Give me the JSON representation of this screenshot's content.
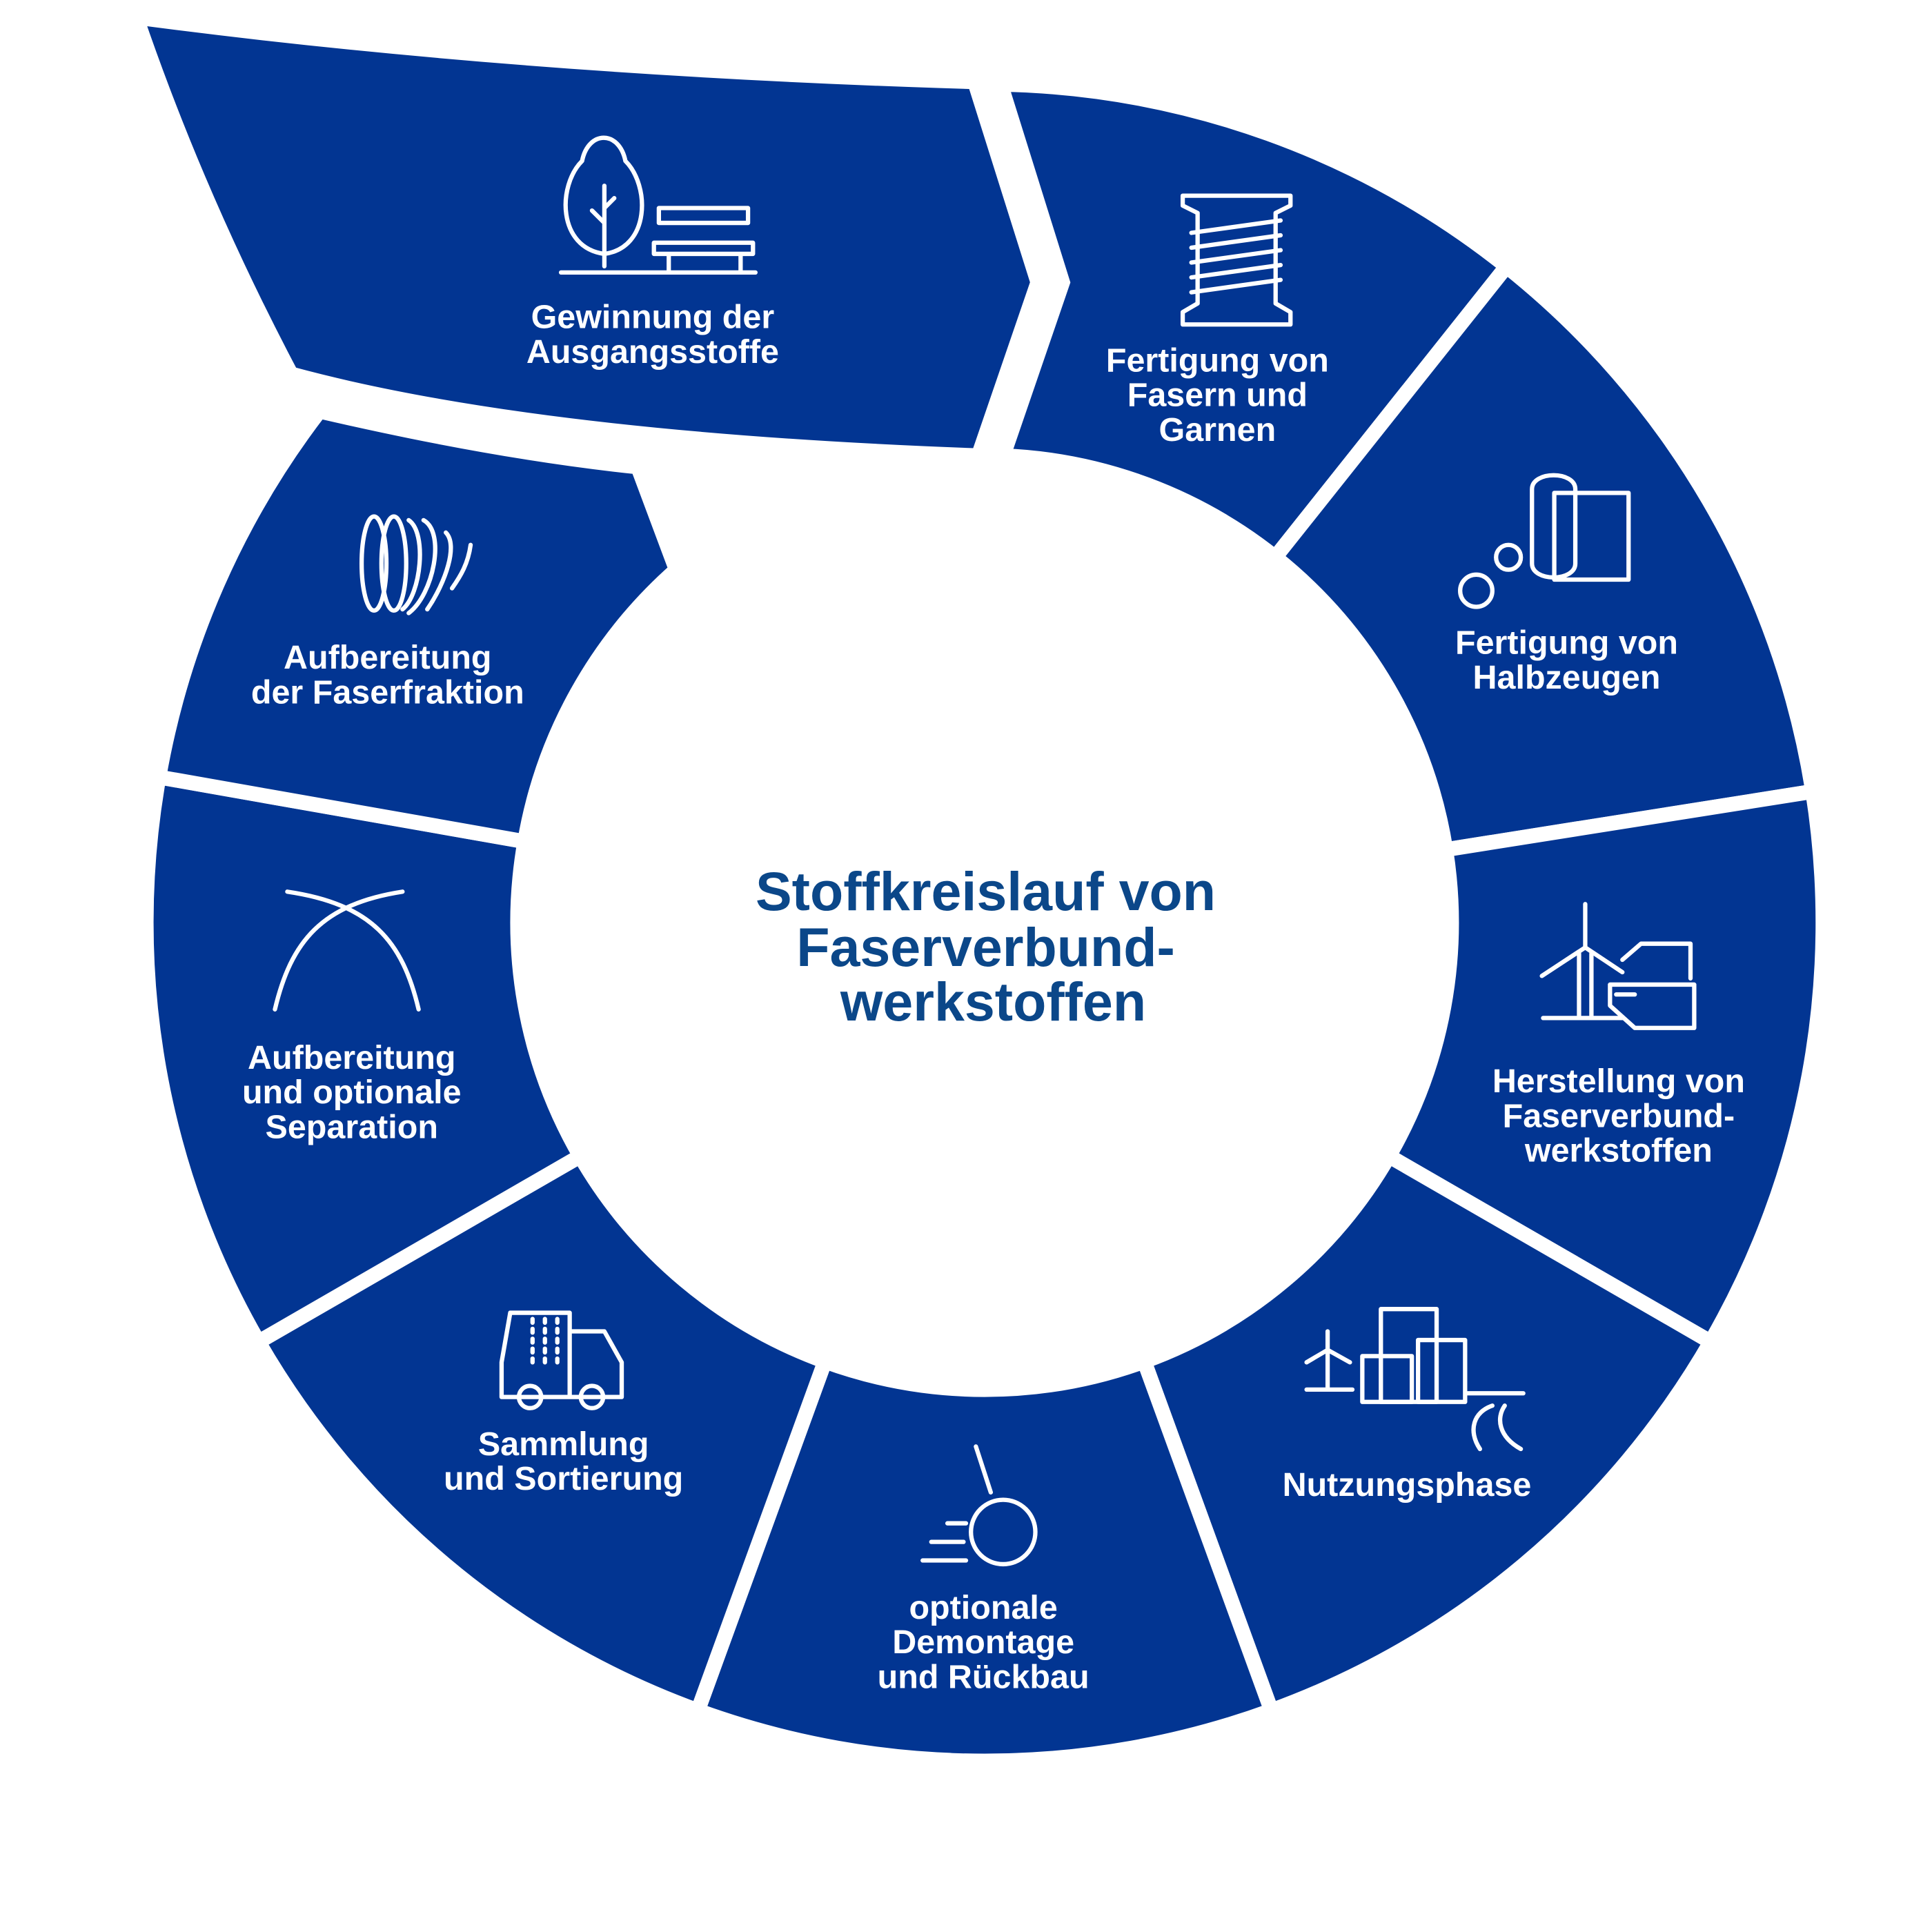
{
  "title": {
    "lines": [
      "Stoffkreislauf von",
      "Faserverbund-",
      "werkstoffen"
    ]
  },
  "colors": {
    "segment": "#023592",
    "title": "#0b4789",
    "background": "#ffffff"
  },
  "stages": [
    {
      "id": "gewinnung",
      "icon": "tree-bench-icon",
      "lines": [
        "Gewinnung der",
        "Ausgangsstoffe"
      ]
    },
    {
      "id": "fasern",
      "icon": "spool-icon",
      "lines": [
        "Fertigung von",
        "Fasern und",
        "Garnen"
      ]
    },
    {
      "id": "halbzeuge",
      "icon": "fabric-roll-gears-icon",
      "lines": [
        "Fertigung von",
        "Halbzeugen"
      ]
    },
    {
      "id": "herstellung",
      "icon": "wind-turbine-car-icon",
      "lines": [
        "Herstellung von",
        "Faserverbund-",
        "werkstoffen"
      ]
    },
    {
      "id": "nutzung",
      "icon": "city-icon",
      "lines": [
        "Nutzungsphase"
      ]
    },
    {
      "id": "demontage",
      "icon": "wrecking-ball-icon",
      "lines": [
        "optionale",
        "Demontage",
        "und Rückbau"
      ]
    },
    {
      "id": "sammlung",
      "icon": "truck-icon",
      "lines": [
        "Sammlung",
        "und Sortierung"
      ]
    },
    {
      "id": "separation",
      "icon": "road-split-icon",
      "lines": [
        "Aufbereitung",
        "und optionale",
        "Separation"
      ]
    },
    {
      "id": "faserfraktion",
      "icon": "fiber-bundle-icon",
      "lines": [
        "Aufbereitung",
        "der Faserfraktion"
      ]
    }
  ]
}
